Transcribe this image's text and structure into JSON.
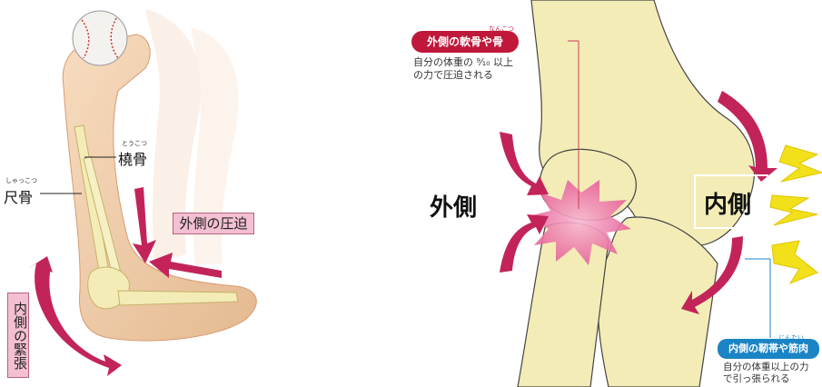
{
  "left": {
    "radius_label": "橈骨",
    "radius_ruby": "とうこつ",
    "ulna_label": "尺骨",
    "ulna_ruby": "しゃっこつ",
    "compression_label": "外側の圧迫",
    "tension_label": "内側の緊張"
  },
  "right": {
    "lateral_side": "外側",
    "medial_side": "内側",
    "lateral_badge": "外側の軟骨や骨",
    "lateral_badge_ruby": "なんこつ",
    "lateral_note_line1": "自分の体重の ⁹⁄₁₀ 以上",
    "lateral_note_line2": "の力で圧迫される",
    "medial_badge": "内側の靭帯や筋肉",
    "medial_badge_ruby": "じんたい",
    "medial_note_line1": "自分の体重以上の力",
    "medial_note_line2": "で引っ張られる"
  },
  "colors": {
    "bone": "#f3ecb6",
    "arrow": "#c2245a",
    "lightning": "#f2e11a",
    "red_badge": "#c0183a",
    "blue_badge": "#1b84c5"
  }
}
